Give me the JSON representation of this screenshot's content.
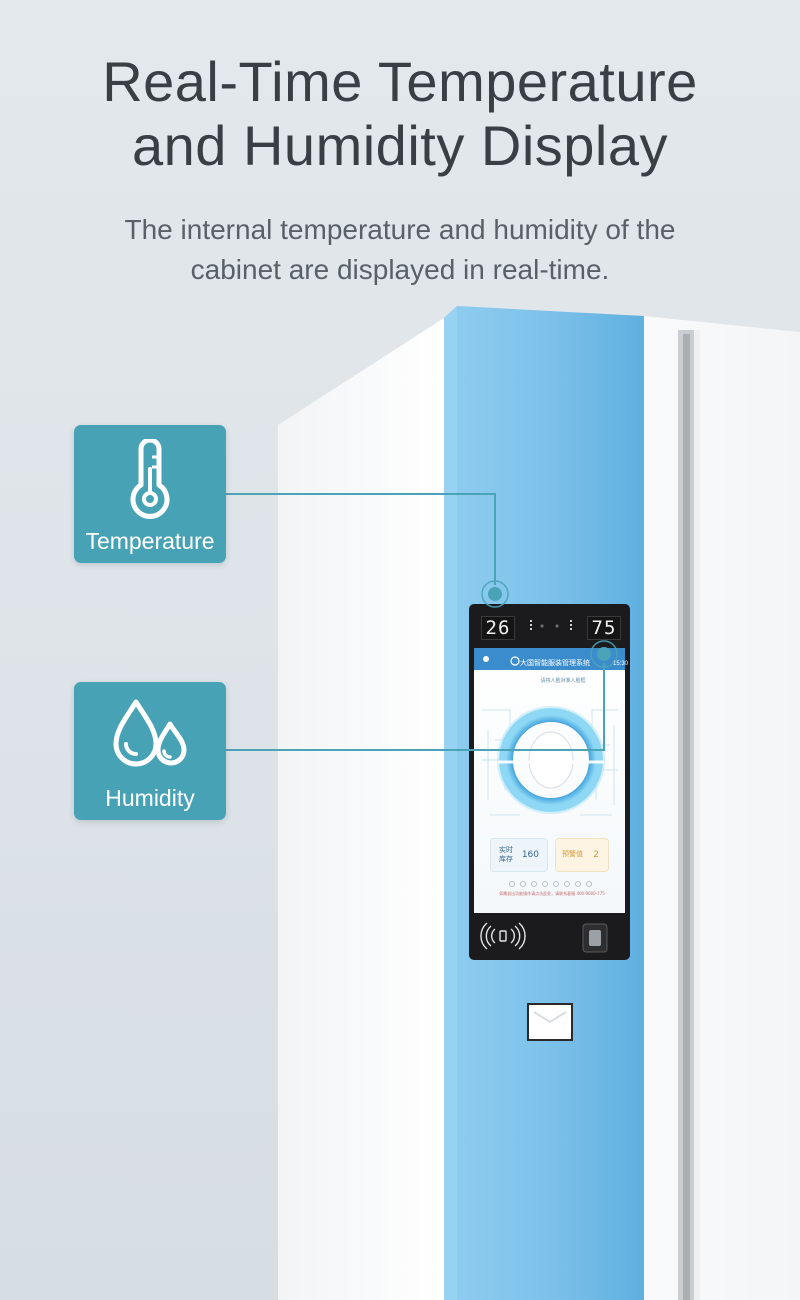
{
  "header": {
    "title_line1": "Real-Time Temperature",
    "title_line2": "and Humidity Display",
    "subtitle_line1": "The internal temperature and humidity of the",
    "subtitle_line2": "cabinet are displayed in real-time."
  },
  "features": [
    {
      "label": "Temperature",
      "icon": "thermometer-icon"
    },
    {
      "label": "Humidity",
      "icon": "water-drops-icon"
    }
  ],
  "panel": {
    "temperature_reading": "26",
    "humidity_reading": "75",
    "app_title": "大国智能服装管理系统",
    "time": "15:30",
    "prompt": "请将人脸对准人脸框",
    "inventory": {
      "label": "实时库存",
      "value": "160"
    },
    "warning": {
      "label": "预警值",
      "value": "2"
    },
    "footer_note": "如需退出功能操作请点击此处，请联系客服 400-9600-775",
    "nfc_icon": "nfc-icon",
    "fingerprint_icon": "fingerprint-icon"
  },
  "colors": {
    "accent": "#48a2b6",
    "cabinet_blue": "#7ec2ea",
    "title_text": "#3a3f45",
    "subtitle_text": "#5a6068"
  }
}
